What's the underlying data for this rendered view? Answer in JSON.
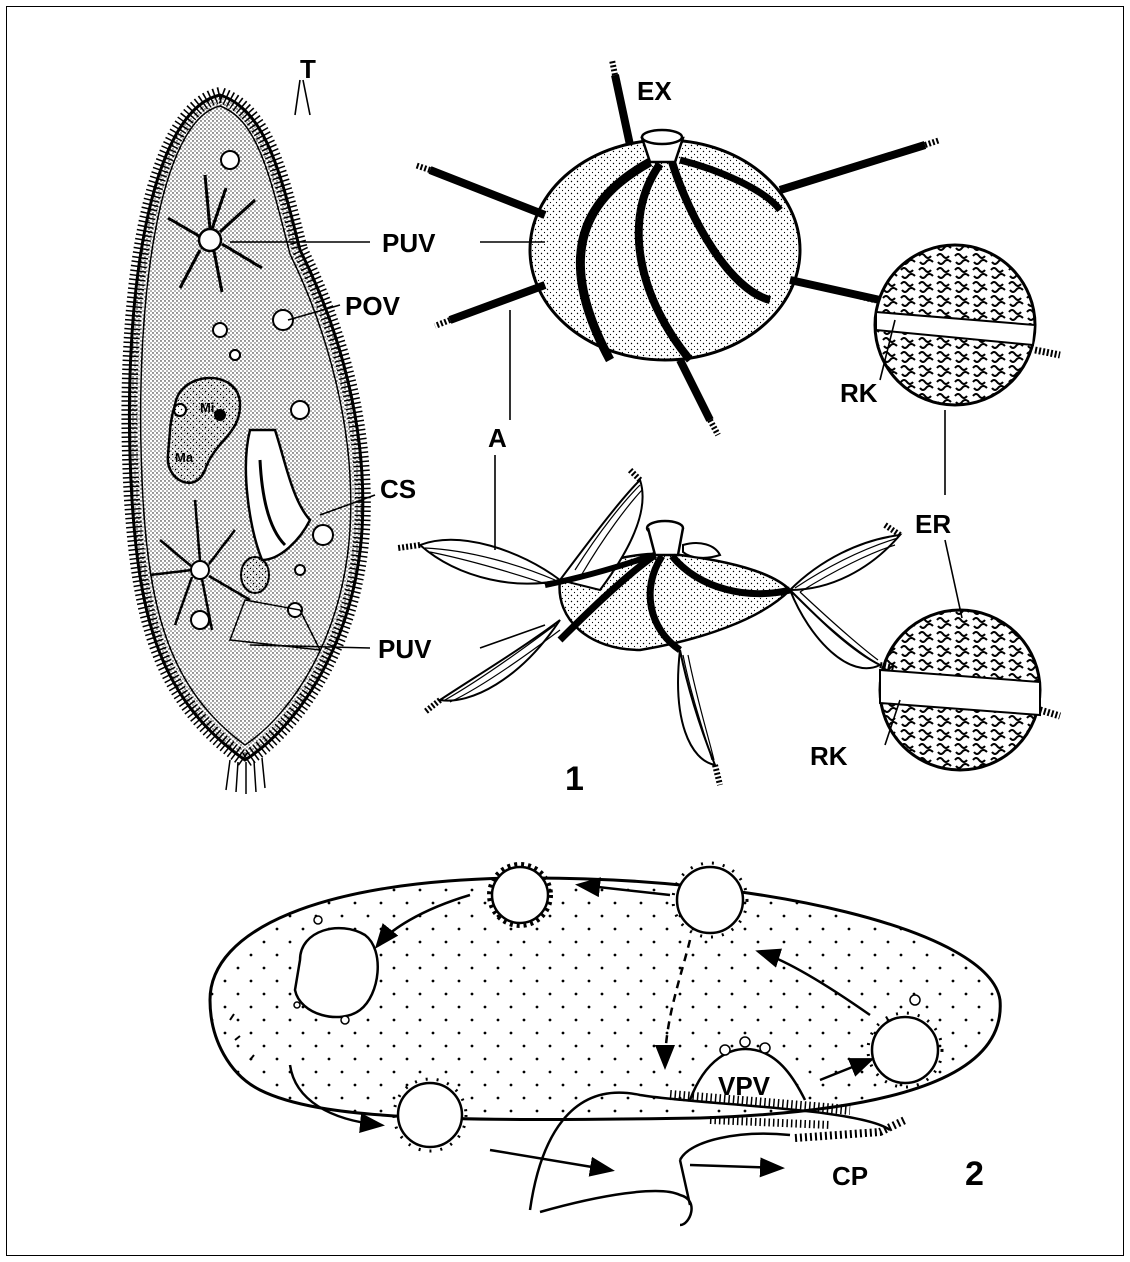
{
  "figure": {
    "panel_labels": {
      "p1": "1",
      "p2": "2"
    },
    "labels": {
      "T": "T",
      "EX": "EX",
      "PUV_top": "PUV",
      "POV": "POV",
      "A": "A",
      "CS": "CS",
      "PUV_bottom": "PUV",
      "RK_top": "RK",
      "ER": "ER",
      "RK_bottom": "RK",
      "Mi": "Mi",
      "Ma": "Ma",
      "VPV": "VPV",
      "CP": "CP"
    }
  }
}
